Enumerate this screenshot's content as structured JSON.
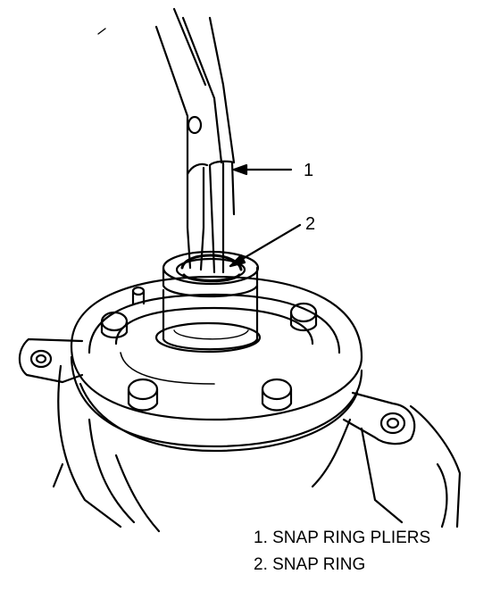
{
  "callouts": [
    {
      "number": "1"
    },
    {
      "number": "2"
    }
  ],
  "legend": [
    "1.  SNAP RING PLIERS",
    "2.  SNAP RING"
  ]
}
